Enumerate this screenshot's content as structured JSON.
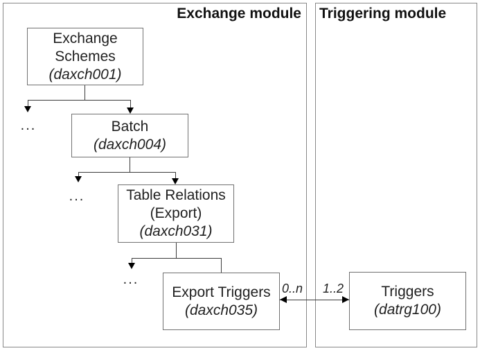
{
  "diagram": {
    "panels": {
      "exchange": {
        "title": "Exchange module"
      },
      "triggering": {
        "title": "Triggering module"
      }
    },
    "nodes": {
      "exchange_schemes": {
        "name_line1": "Exchange",
        "name_line2": "Schemes",
        "code": "(daxch001)"
      },
      "batch": {
        "name_line1": "Batch",
        "code": "(daxch004)"
      },
      "table_relations": {
        "name_line1": "Table Relations",
        "name_line2": "(Export)",
        "code": "(daxch031)"
      },
      "export_triggers": {
        "name_line1": "Export Triggers",
        "code": "(daxch035)"
      },
      "triggers": {
        "name_line1": "Triggers",
        "code": "(datrg100)"
      }
    },
    "ellipsis_label": "...",
    "relation": {
      "left_cardinality": "0..n",
      "right_cardinality": "1..2"
    },
    "colors": {
      "background": "#ffffff",
      "panel_border": "#888888",
      "box_border": "#707070",
      "connector": "#3a3a3a",
      "arrowhead": "#000000",
      "text": "#1f1f1f"
    }
  }
}
